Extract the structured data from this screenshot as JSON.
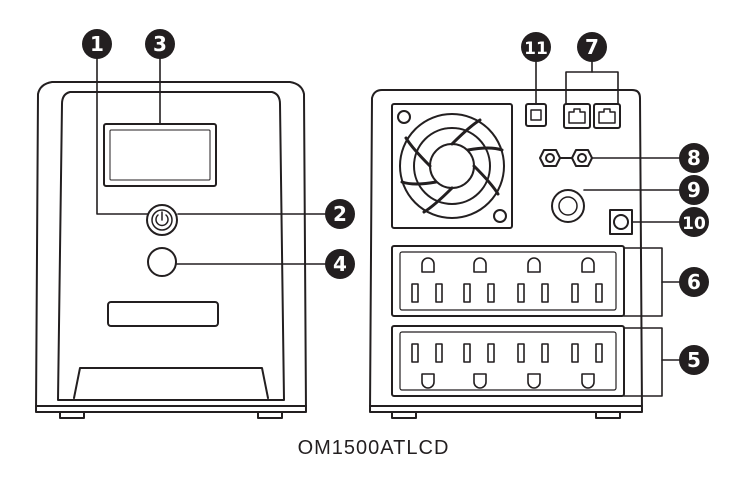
{
  "figure": {
    "caption": "OM1500ATLCD",
    "callouts": [
      "1",
      "2",
      "3",
      "4",
      "5",
      "6",
      "7",
      "8",
      "9",
      "10",
      "11"
    ]
  },
  "colors": {
    "line": "#231f20",
    "callout_fill": "#231f20",
    "callout_text": "#ffffff",
    "background": "#ffffff"
  }
}
